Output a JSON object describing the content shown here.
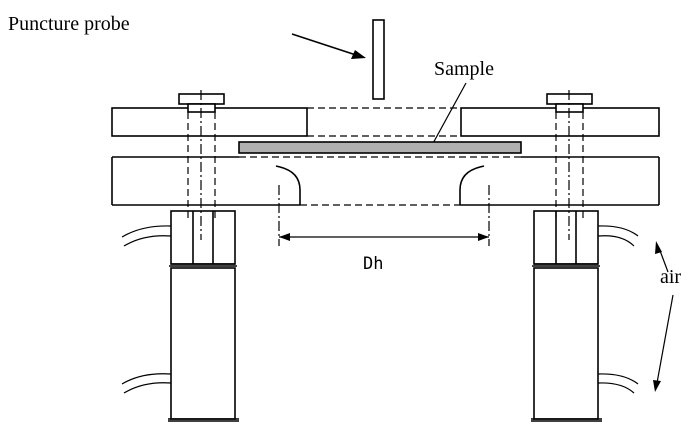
{
  "labels": {
    "puncture_probe": "Puncture probe",
    "sample": "Sample",
    "dh": "Dh",
    "air": "air"
  },
  "colors": {
    "line": "#000000",
    "sample_fill": "#b0b0b0",
    "background": "#ffffff"
  }
}
